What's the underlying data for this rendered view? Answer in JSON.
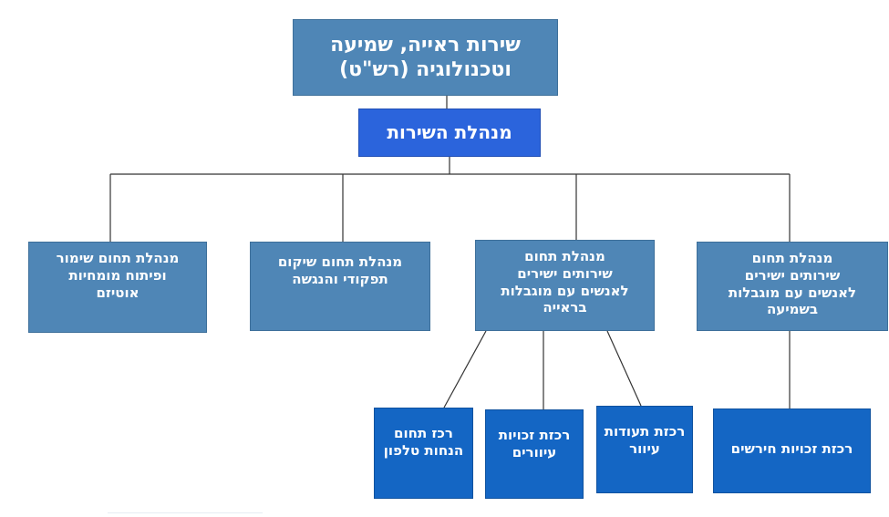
{
  "org_chart": {
    "top": {
      "text": "שירות ראייה, שמיעה\nוטכנולוגיה (רש\"ט)"
    },
    "management": {
      "text": "מנהלת השירות"
    },
    "branches": [
      {
        "id": "hearing",
        "text": "מנהלת תחום\nשירותים ישירים\nלאנשים עם מוגבלות\nבשמיעה"
      },
      {
        "id": "vision",
        "text": "מנהלת תחום\nשירותים ישירים\nלאנשים עם מוגבלות\nבראייה"
      },
      {
        "id": "rehab",
        "text": "מנהלת תחום שיקום\nתפקודי והנגשה"
      },
      {
        "id": "autism",
        "text": "מנהלת תחום שימור\nופיתוח מומחיות\nאוטיזם"
      }
    ],
    "units": [
      {
        "id": "deaf-rights",
        "parent": "hearing",
        "text": "רכזת זכויות חירשים"
      },
      {
        "id": "blind-certificates",
        "parent": "vision",
        "text": "רכזת תעודות\nעיוור"
      },
      {
        "id": "blind-rights",
        "parent": "vision",
        "text": "רכזת זכויות\nעיוורים"
      },
      {
        "id": "phone-guidance",
        "parent": "vision",
        "text": "רכז תחום\nהנחות טלפון"
      }
    ]
  },
  "colors": {
    "top_box": "#4f86b6",
    "management_box": "#2b64dc",
    "branch_box": "#4f86b6",
    "unit_box": "#1466c4",
    "connector": "#333333",
    "text": "#ffffff"
  }
}
